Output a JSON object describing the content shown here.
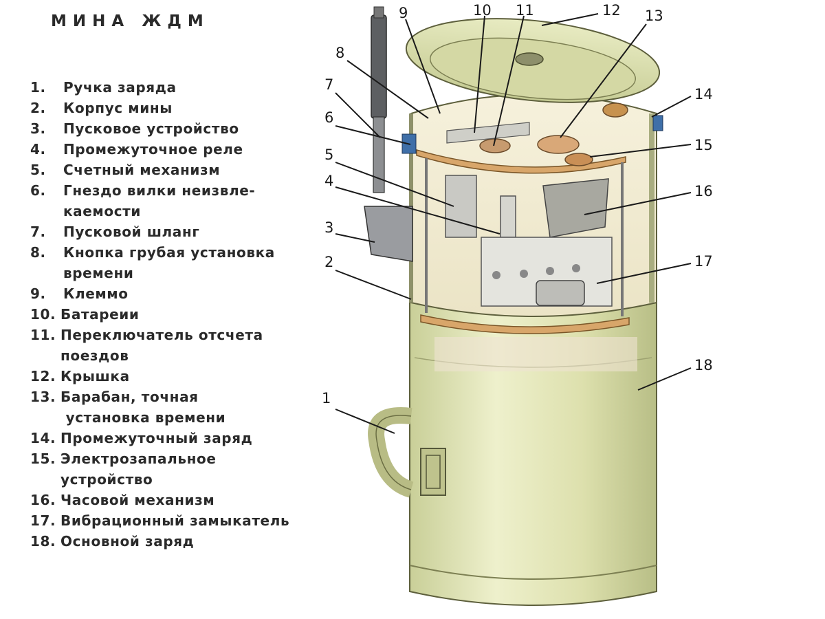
{
  "title": "МИНА ЖДМ",
  "legend": [
    {
      "num": "1.",
      "lines": [
        "Ручка заряда"
      ]
    },
    {
      "num": "2.",
      "lines": [
        "Корпус мины"
      ]
    },
    {
      "num": "3.",
      "lines": [
        "Пусковое устройство"
      ]
    },
    {
      "num": "4.",
      "lines": [
        "Промежуточное реле"
      ]
    },
    {
      "num": "5.",
      "lines": [
        "Счетный механизм"
      ]
    },
    {
      "num": "6.",
      "lines": [
        "Гнездо вилки неизвле-",
        "каемости"
      ]
    },
    {
      "num": "7.",
      "lines": [
        "Пусковой шланг"
      ]
    },
    {
      "num": "8.",
      "lines": [
        "Кнопка грубая установка",
        "времени"
      ]
    },
    {
      "num": "9.",
      "lines": [
        "Клеммо"
      ]
    },
    {
      "num": "10.",
      "lines": [
        "Батареии"
      ]
    },
    {
      "num": "11.",
      "lines": [
        "Переключатель отсчета",
        "поездов"
      ]
    },
    {
      "num": "12.",
      "lines": [
        "Крышка"
      ]
    },
    {
      "num": "13.",
      "lines": [
        "Барабан, точная",
        " установка времени"
      ]
    },
    {
      "num": "14.",
      "lines": [
        "Промежуточный заряд"
      ]
    },
    {
      "num": "15.",
      "lines": [
        "Электрозапальное",
        "устройство"
      ]
    },
    {
      "num": "16.",
      "lines": [
        "Часовой механизм"
      ]
    },
    {
      "num": "17.",
      "lines": [
        "Вибрационный замыкатель"
      ]
    },
    {
      "num": "18.",
      "lines": [
        "Основной заряд"
      ]
    }
  ],
  "callouts": [
    "1",
    "2",
    "3",
    "4",
    "5",
    "6",
    "7",
    "8",
    "9",
    "10",
    "11",
    "12",
    "13",
    "14",
    "15",
    "16",
    "17",
    "18"
  ]
}
